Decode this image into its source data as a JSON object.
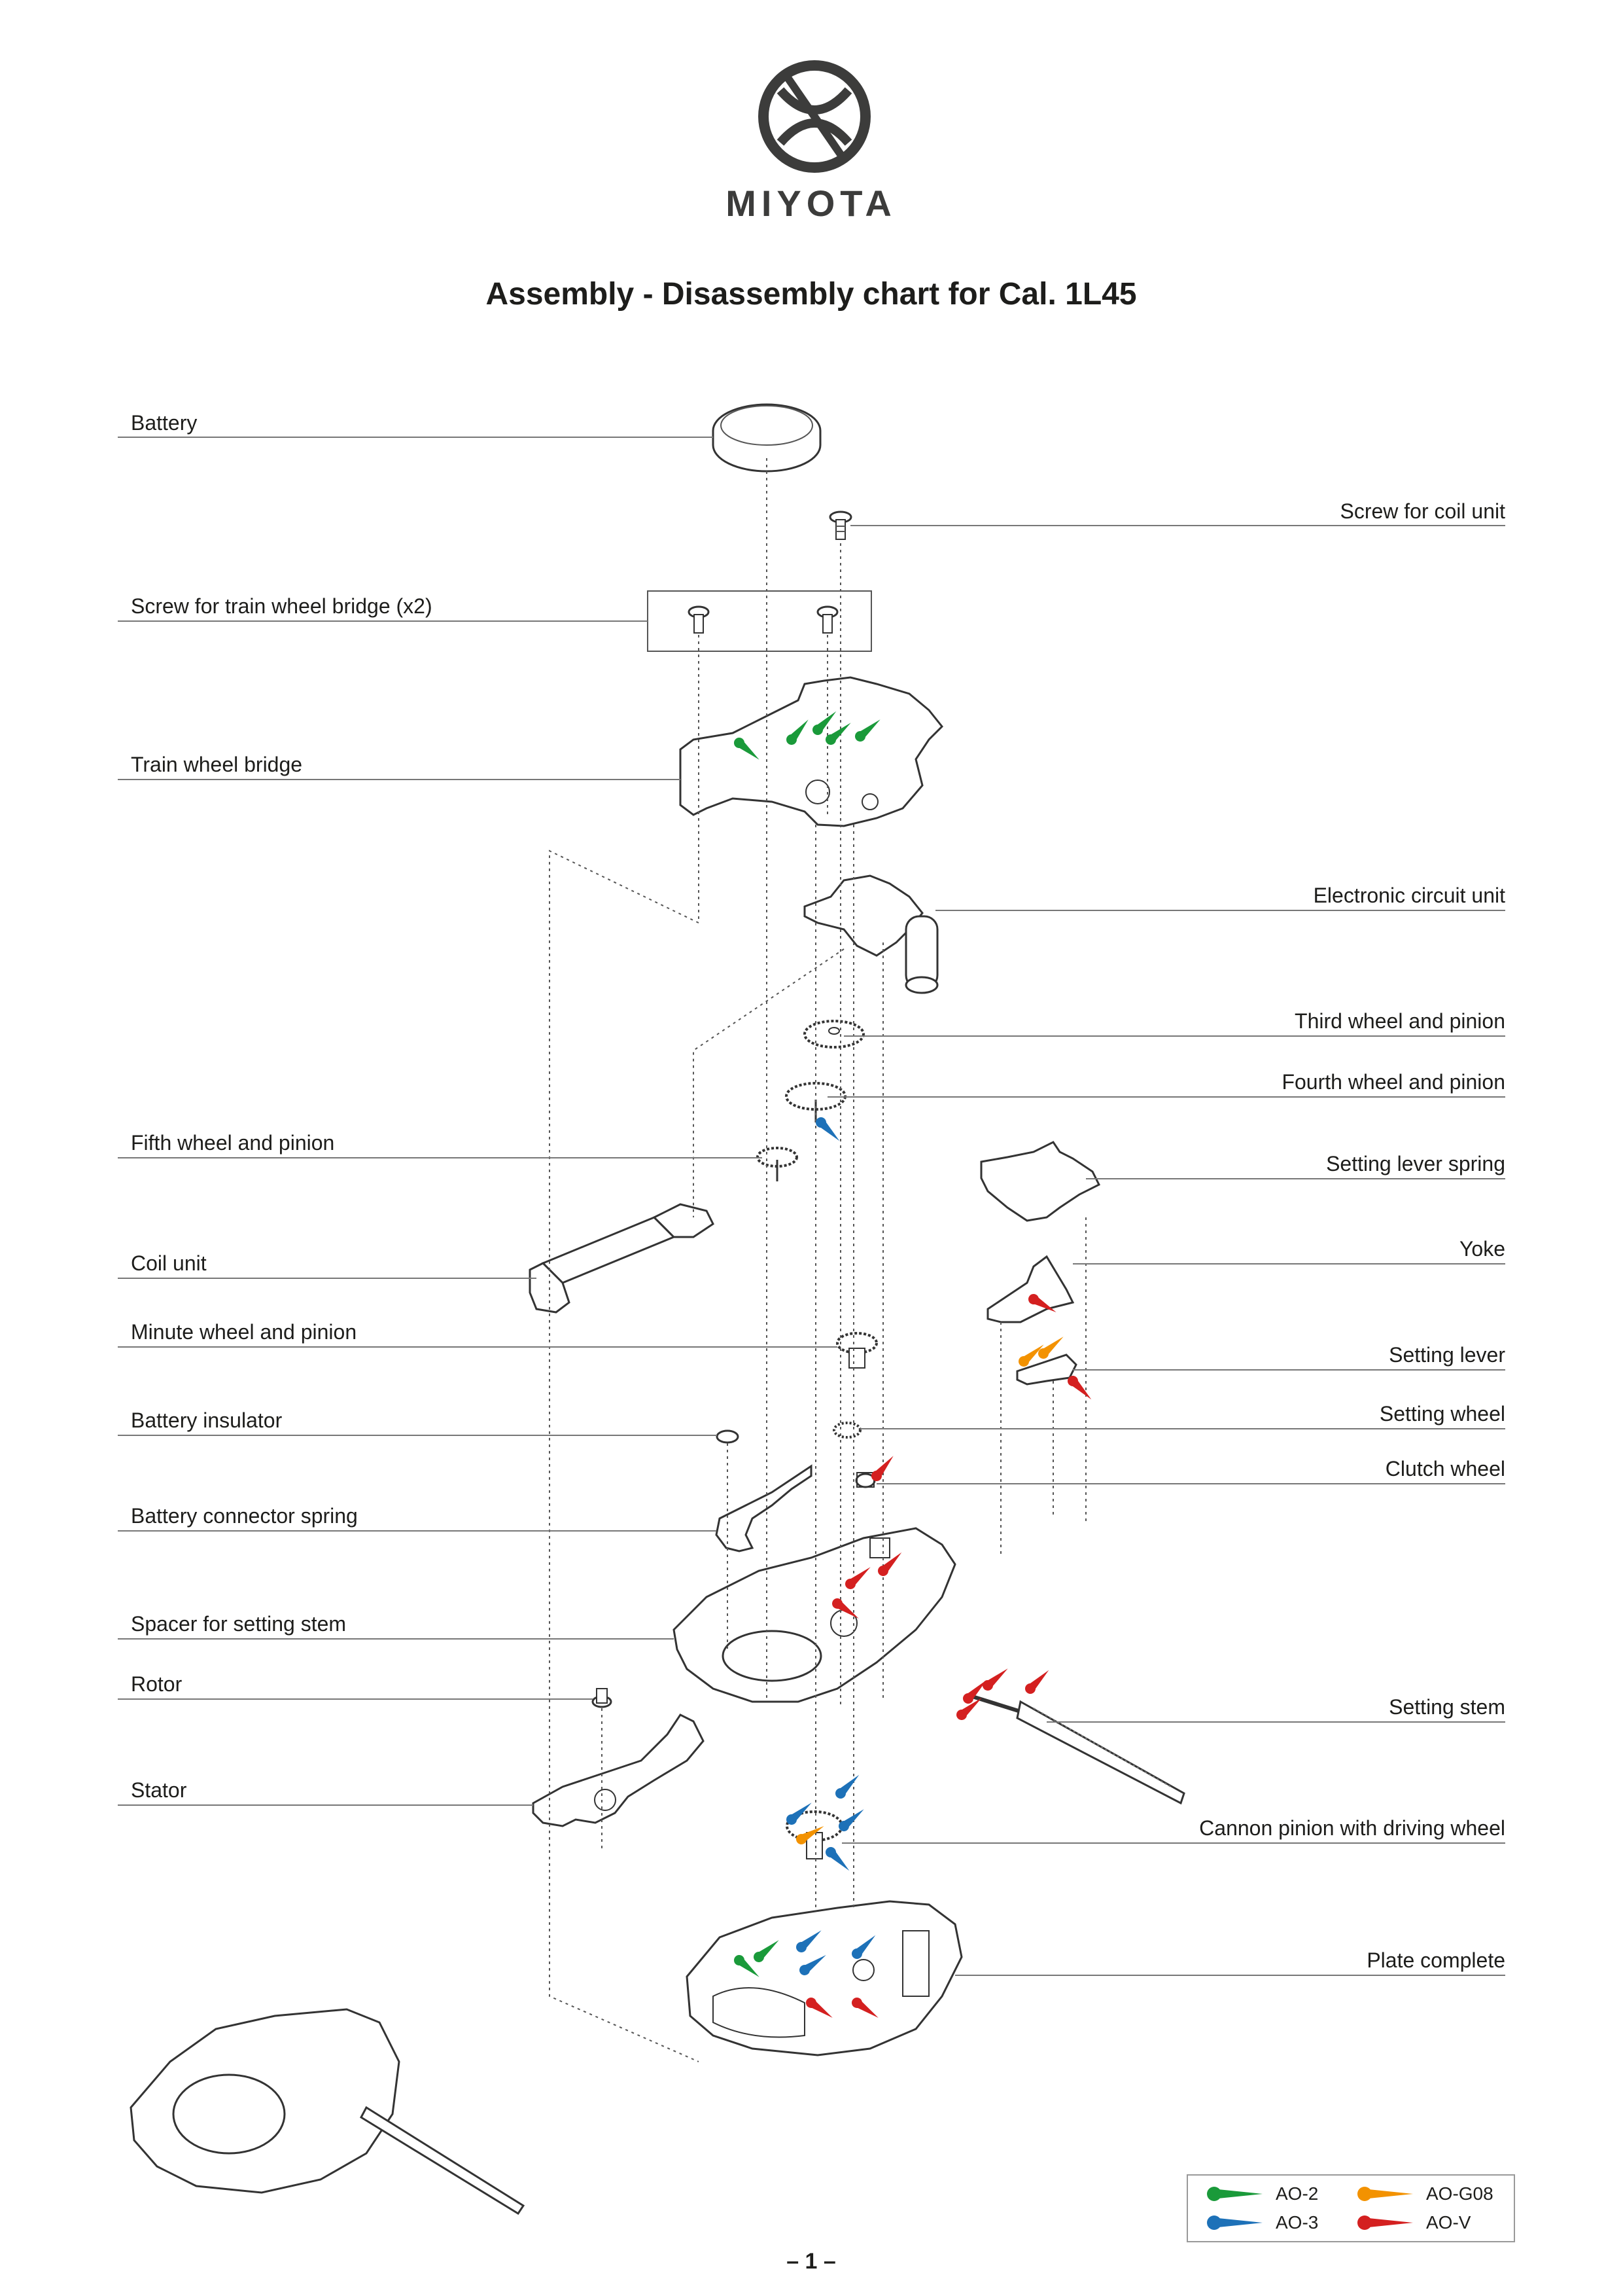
{
  "brand": {
    "name": "MIYOTA"
  },
  "title": "Assembly - Disassembly chart for Cal. 1L45",
  "parts": [
    {
      "id": "battery",
      "label": "Battery",
      "side": "left"
    },
    {
      "id": "screw-coil-unit",
      "label": "Screw for coil unit",
      "side": "right"
    },
    {
      "id": "screw-train-wheel-bridge",
      "label": "Screw for train wheel bridge (x2)",
      "side": "left"
    },
    {
      "id": "train-wheel-bridge",
      "label": "Train wheel bridge",
      "side": "left"
    },
    {
      "id": "electronic-circuit-unit",
      "label": "Electronic circuit unit",
      "side": "right"
    },
    {
      "id": "third-wheel",
      "label": "Third wheel and pinion",
      "side": "right"
    },
    {
      "id": "fourth-wheel",
      "label": "Fourth wheel and pinion",
      "side": "right"
    },
    {
      "id": "fifth-wheel",
      "label": "Fifth wheel and pinion",
      "side": "left"
    },
    {
      "id": "setting-lever-spring",
      "label": "Setting lever spring",
      "side": "right"
    },
    {
      "id": "coil-unit",
      "label": "Coil unit",
      "side": "left"
    },
    {
      "id": "yoke",
      "label": "Yoke",
      "side": "right"
    },
    {
      "id": "minute-wheel",
      "label": "Minute wheel and pinion",
      "side": "left"
    },
    {
      "id": "setting-lever",
      "label": "Setting lever",
      "side": "right"
    },
    {
      "id": "battery-insulator",
      "label": "Battery insulator",
      "side": "left"
    },
    {
      "id": "setting-wheel",
      "label": "Setting wheel",
      "side": "right"
    },
    {
      "id": "clutch-wheel",
      "label": "Clutch wheel",
      "side": "right"
    },
    {
      "id": "battery-connector-spring",
      "label": "Battery connector spring",
      "side": "left"
    },
    {
      "id": "spacer-setting-stem",
      "label": "Spacer for setting stem",
      "side": "left"
    },
    {
      "id": "rotor",
      "label": "Rotor",
      "side": "left"
    },
    {
      "id": "setting-stem",
      "label": "Setting stem",
      "side": "right"
    },
    {
      "id": "stator",
      "label": "Stator",
      "side": "left"
    },
    {
      "id": "cannon-pinion",
      "label": "Cannon pinion with driving wheel",
      "side": "right"
    },
    {
      "id": "plate-complete",
      "label": "Plate complete",
      "side": "right"
    }
  ],
  "legend": [
    {
      "label": "AO-2",
      "color": "#1a9a3a"
    },
    {
      "label": "AO-G08",
      "color": "#f39200"
    },
    {
      "label": "AO-3",
      "color": "#1d71b8"
    },
    {
      "label": "AO-V",
      "color": "#d42020"
    }
  ],
  "page_number": "– 1 –"
}
